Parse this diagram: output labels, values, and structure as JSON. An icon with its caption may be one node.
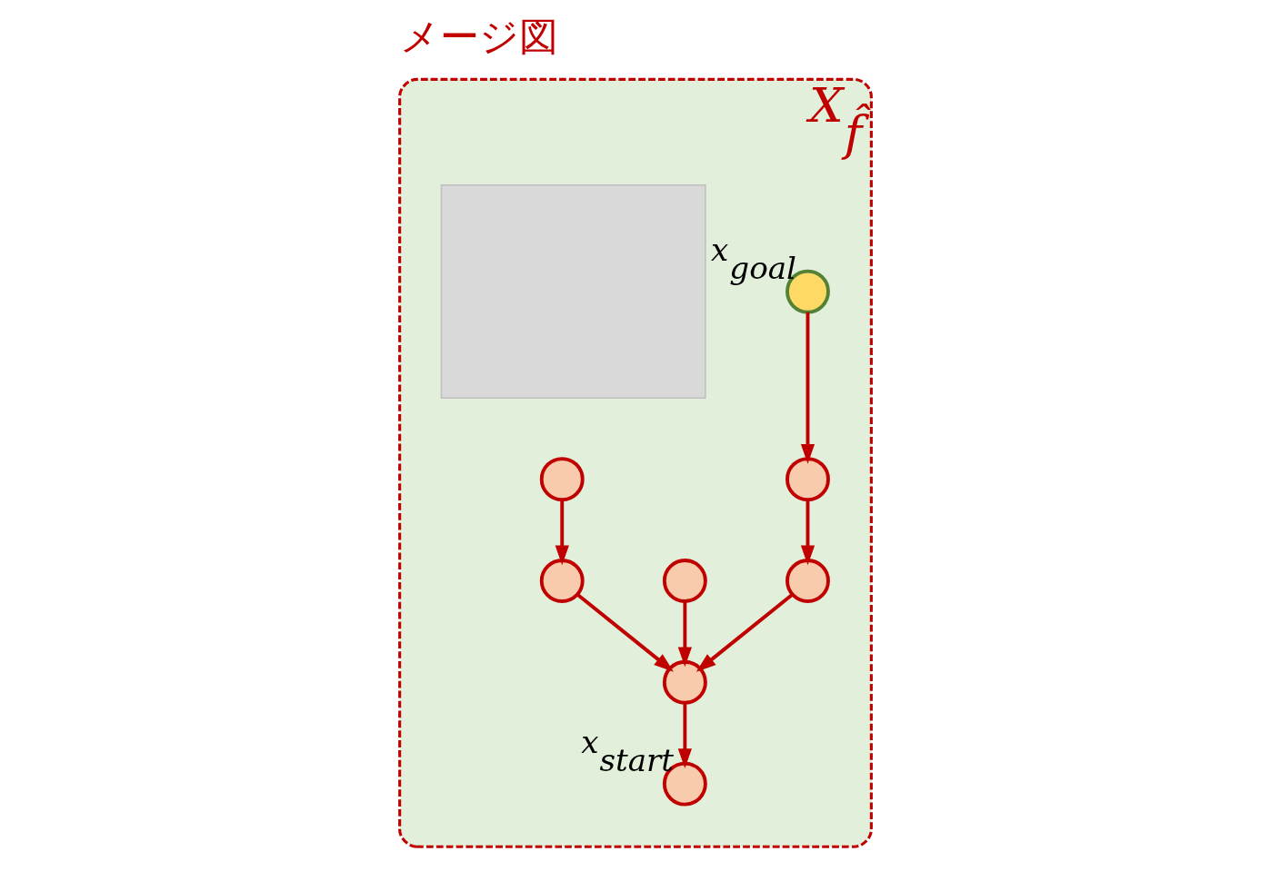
{
  "diagram": {
    "title": "メージ図",
    "nodes": [
      {
        "text": [
          "X$_{f̂}$"
        ]
      },
      {
        "text": [],
        "shape": "circle",
        "in": 0,
        "beside": [
          "x$_{goal}$"
        ]
      },
      {
        "text": [],
        "shape": "circle",
        "in": 0
      },
      {
        "text": [],
        "shape": "circle",
        "in": 0
      },
      {
        "text": [],
        "shape": "circle",
        "in": 0
      },
      {
        "text": [],
        "shape": "circle",
        "in": 0
      },
      {
        "text": [],
        "shape": "circle",
        "in": 0,
        "beside": [
          "x$_{start}$"
        ]
      },
      {
        "text": [],
        "shape": "circle",
        "in": 0
      },
      {
        "text": [],
        "shape": "circle",
        "in": 0
      },
      {
        "text": [],
        "shape": "box",
        "in": 0
      }
    ],
    "edges": [
      {
        "from": 1,
        "to": 2,
        "arrow": "to"
      },
      {
        "from": 2,
        "to": 3,
        "arrow": "to"
      },
      {
        "from": 3,
        "to": 5,
        "arrow": "to"
      },
      {
        "from": 4,
        "to": 5,
        "arrow": "to"
      },
      {
        "from": 5,
        "to": 6,
        "arrow": "to"
      },
      {
        "from": 7,
        "to": 5,
        "arrow": "to"
      },
      {
        "from": 8,
        "to": 7,
        "arrow": "to"
      }
    ]
  }
}
